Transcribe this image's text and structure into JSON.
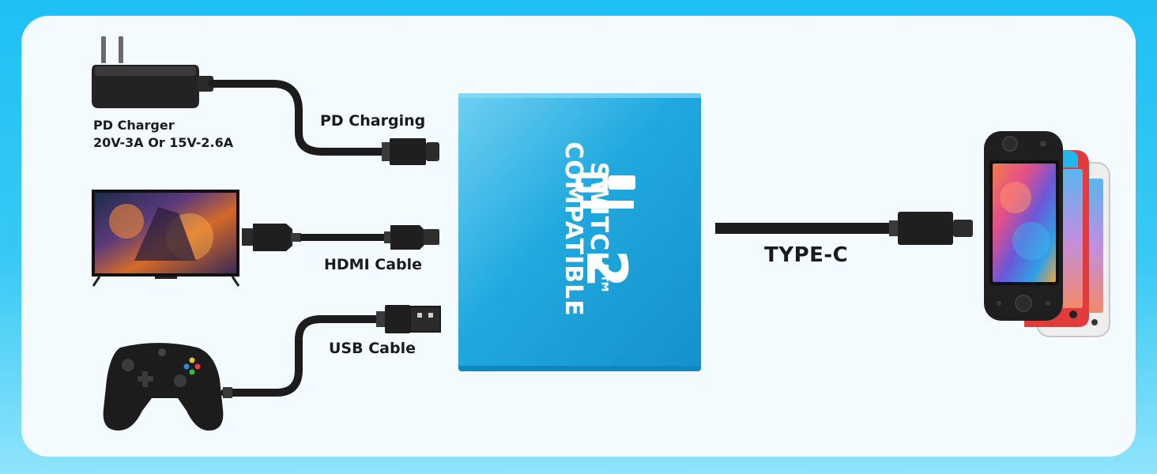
{
  "charger": {
    "name": "PD Charger",
    "spec": "20V-3A Or 15V-2.6A"
  },
  "cables": {
    "pd": "PD Charging",
    "hdmi": "HDMI Cable",
    "usb": "USB Cable",
    "typec": "TYPE-C"
  },
  "hub": {
    "line1": "SWITCH™",
    "line2": "COMPATIBLE",
    "logo_number": "2"
  },
  "colors": {
    "background": "#1ec0f5",
    "panel": "#f4fbfe",
    "hub": "#1aa3dc",
    "cable": "#1c1c1c",
    "text": "#1b1b1b"
  }
}
